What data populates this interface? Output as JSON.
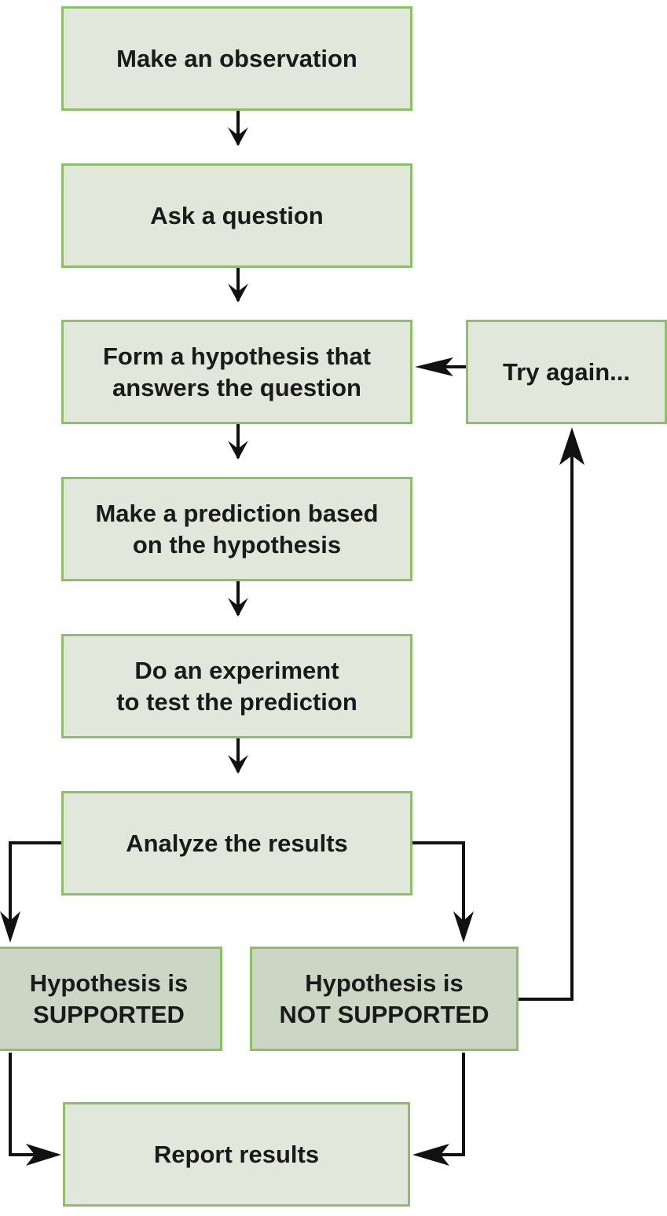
{
  "diagram": {
    "title": "",
    "steps": {
      "observation": "Make an observation",
      "question": "Ask a question",
      "hypothesis": "Form a hypothesis that\nanswers the question",
      "prediction": "Make a prediction based\non the hypothesis",
      "experiment": "Do an experiment\nto test the prediction",
      "analyze": "Analyze the results",
      "supported": "Hypothesis is\nSUPPORTED",
      "not_supported": "Hypothesis is\nNOT SUPPORTED",
      "try_again": "Try again...",
      "report": "Report results"
    },
    "colors": {
      "box_fill": "#e2e7db",
      "outcome_fill": "#ccd6c4",
      "box_border": "#8cc068",
      "arrow": "#111111"
    }
  }
}
